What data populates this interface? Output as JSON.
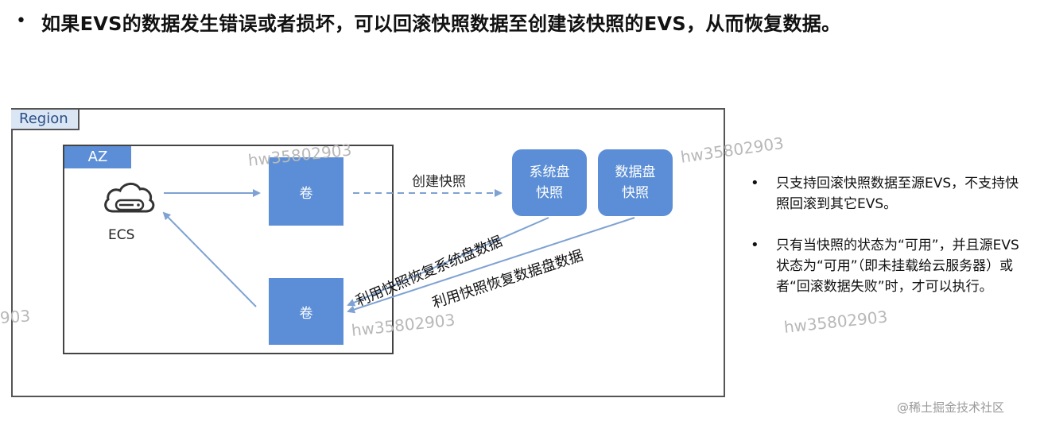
{
  "headline": {
    "bullet": "•",
    "text": "如果EVS的数据发生错误或者损坏，可以回滚快照数据至创建该快照的EVS，从而恢复数据。"
  },
  "diagram": {
    "region_label": "Region",
    "az_label": "AZ",
    "ecs_label": "ECS",
    "volume_top": "卷",
    "volume_bottom": "卷",
    "create_snapshot_label": "创建快照",
    "system_disk_snapshot": {
      "line1": "系统盘",
      "line2": "快照"
    },
    "data_disk_snapshot": {
      "line1": "数据盘",
      "line2": "快照"
    },
    "restore_system_label": "利用快照恢复系统盘数据",
    "restore_data_label": "利用快照恢复数据盘数据",
    "colors": {
      "box_blue": "#5b8ed6",
      "arrow": "#7ea2d3",
      "region_tag_bg": "#dbe6f4"
    }
  },
  "notes": [
    {
      "bullet": "•",
      "text": "只支持回滚快照数据至源EVS，不支持快照回滚到其它EVS。"
    },
    {
      "bullet": "•",
      "text": "只有当快照的状态为“可用”，并且源EVS状态为“可用”（即未挂载给云服务器）或者“回滚数据失败”时，才可以执行。"
    }
  ],
  "watermarks": [
    "hw35802903",
    "hw35802903",
    "903",
    "hw35802903",
    "hw35802903"
  ],
  "footer": "@稀土掘金技术社区",
  "icons": {
    "ecs": "cloud-server-icon"
  }
}
